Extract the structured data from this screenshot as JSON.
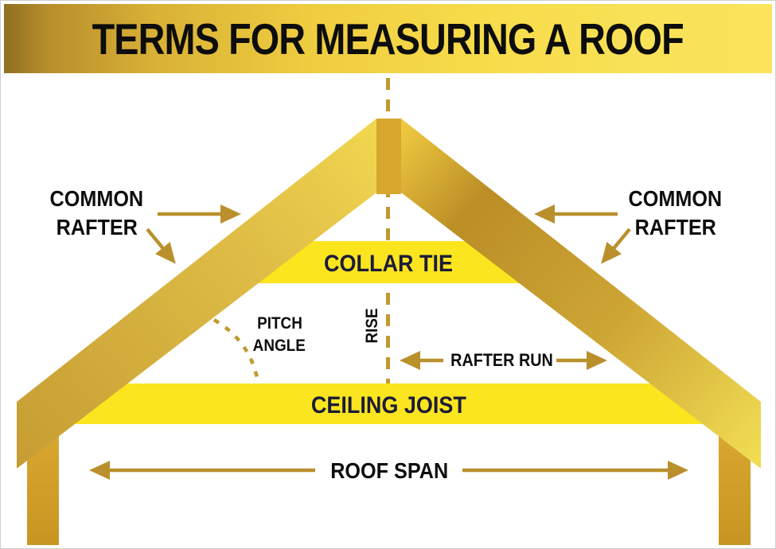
{
  "header": {
    "title": "TERMS FOR MEASURING A ROOF"
  },
  "labels": {
    "common_rafter_left": {
      "line1": "COMMON",
      "line2": "RAFTER"
    },
    "common_rafter_right": {
      "line1": "COMMON",
      "line2": "RAFTER"
    },
    "collar_tie": "COLLAR TIE",
    "pitch_angle": {
      "line1": "PITCH",
      "line2": "ANGLE"
    },
    "rise": "RISE",
    "rafter_run": "RAFTER RUN",
    "ceiling_joist": "CEILING JOIST",
    "roof_span": "ROOF SPAN"
  },
  "colors": {
    "banner_gold_dark": "#8F6F22",
    "banner_yellow_light": "#FAE45C",
    "band_yellow": "#FBE51F",
    "rafter_gold_light": "#F0D54E",
    "rafter_gold_dark": "#BB8E27",
    "ridge_gold": "#D7A72E",
    "post_gold": "#D2A02A",
    "arrow_gold": "#B9902C",
    "dash_gold": "#C2992E",
    "title_text": "#0D0D0D",
    "band_text_navy": "#1C1C38"
  }
}
